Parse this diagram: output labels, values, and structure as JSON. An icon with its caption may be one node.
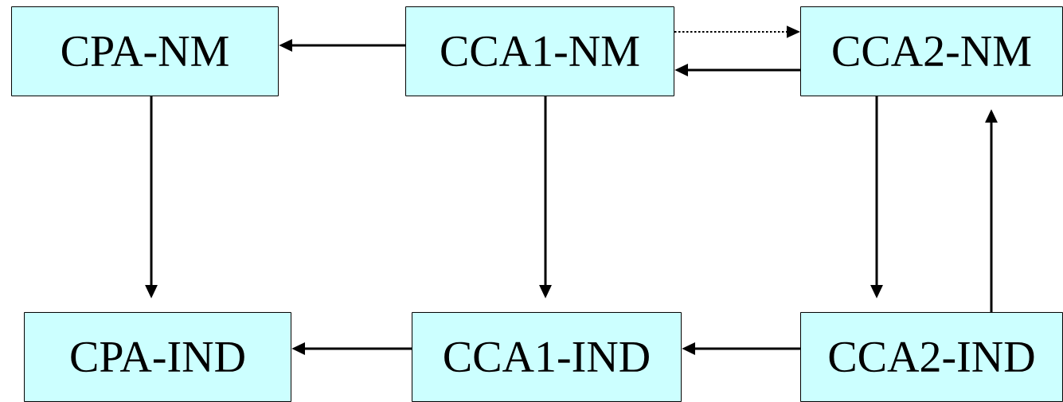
{
  "diagram": {
    "nodes": [
      {
        "text": [
          "CPA-NM"
        ]
      },
      {
        "text": [
          "CCA1-NM"
        ]
      },
      {
        "text": [
          "CCA2-NM"
        ]
      },
      {
        "text": [
          "CPA-IND"
        ]
      },
      {
        "text": [
          "CCA1-IND"
        ]
      },
      {
        "text": [
          "CCA2-IND"
        ]
      }
    ],
    "edges": [
      {
        "from": 1,
        "to": 0,
        "arrow": "to"
      },
      {
        "from": 1,
        "to": 2,
        "arrow": "to",
        "style": "dashed"
      },
      {
        "from": 2,
        "to": 1,
        "arrow": "to"
      },
      {
        "from": 0,
        "to": 3,
        "arrow": "to"
      },
      {
        "from": 1,
        "to": 4,
        "arrow": "to"
      },
      {
        "from": 2,
        "to": 5,
        "arrow": "to"
      },
      {
        "from": 5,
        "to": 2,
        "arrow": "to"
      },
      {
        "from": 4,
        "to": 3,
        "arrow": "to"
      },
      {
        "from": 5,
        "to": 4,
        "arrow": "to"
      }
    ]
  }
}
